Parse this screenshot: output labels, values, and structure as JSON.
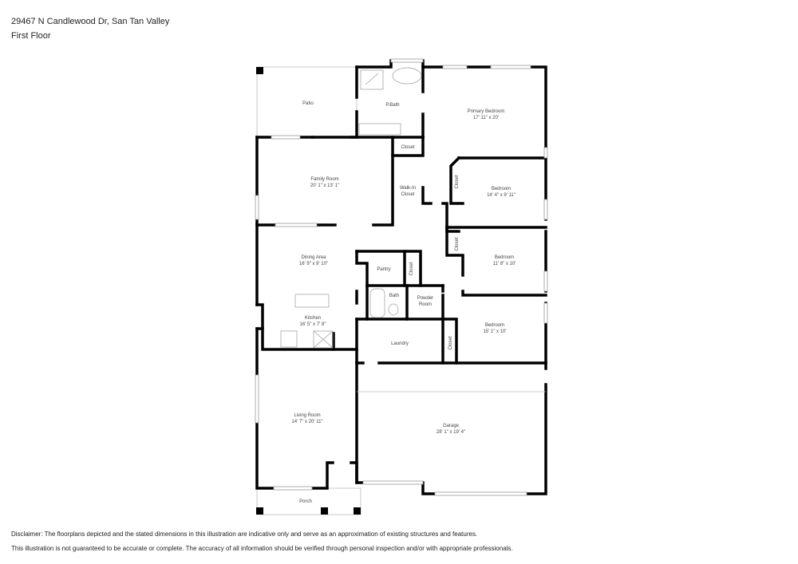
{
  "header": {
    "address": "29467 N Candlewood Dr, San Tan Valley",
    "floor": "First Floor"
  },
  "rooms": {
    "patio": {
      "name": "Patio",
      "dims": ""
    },
    "pbath": {
      "name": "P.Bath",
      "dims": ""
    },
    "primary_bedroom": {
      "name": "Primary Bedroom",
      "dims": "17' 11\" x 20'"
    },
    "closet_top": {
      "name": "Closet",
      "dims": ""
    },
    "family_room": {
      "name": "Family Room",
      "dims": "20' 1\" x 13' 1\""
    },
    "walkin_closet": {
      "name": "Walk-In",
      "name2": "Closet"
    },
    "bedroom1": {
      "name": "Bedroom",
      "dims": "14' 4\" x 9' 11\""
    },
    "closet_b1": {
      "name": "Closet"
    },
    "bedroom2": {
      "name": "Bedroom",
      "dims": "11' 8\" x 10'"
    },
    "closet_b2": {
      "name": "Closet"
    },
    "dining_area": {
      "name": "Dining Area",
      "dims": "16' 9\" x 9' 10\""
    },
    "pantry": {
      "name": "Pantry"
    },
    "closet_pantry": {
      "name": "Closet"
    },
    "bath": {
      "name": "Bath"
    },
    "powder_room": {
      "name": "Powder",
      "name2": "Room"
    },
    "kitchen": {
      "name": "Kitchen",
      "dims": "16' 5\" x 7' 8\""
    },
    "bedroom3": {
      "name": "Bedroom",
      "dims": "15' 1\" x 10'"
    },
    "closet_b3": {
      "name": "Closet"
    },
    "laundry": {
      "name": "Laundry"
    },
    "living_room": {
      "name": "Living Room",
      "dims": "14' 7\" x 20' 11\""
    },
    "garage": {
      "name": "Garage",
      "dims": "28' 1\" x 19' 4\""
    },
    "porch": {
      "name": "Porch"
    }
  },
  "disclaimer": {
    "line1": "Disclaimer: The floorplans depicted and the stated dimensions in this illustration are indicative only and serve as an approximation of existing structures and features.",
    "line2": "This illustration is not guaranteed to be accurate or complete. The accuracy of all information should be verified through personal inspection and/or with appropriate professionals."
  }
}
